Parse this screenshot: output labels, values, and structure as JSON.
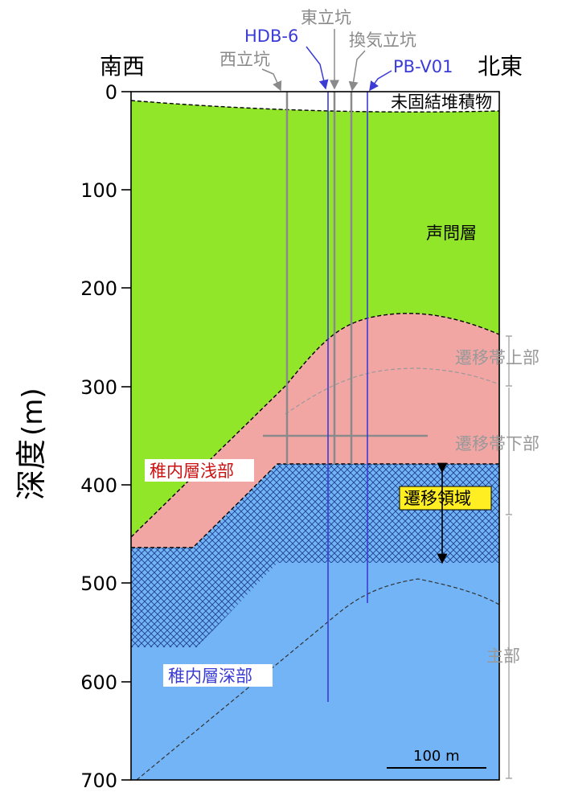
{
  "axis": {
    "ylabel": "深度",
    "ylabel_unit": "(m)",
    "ticks": [
      "0",
      "100",
      "200",
      "300",
      "400",
      "500",
      "600",
      "700"
    ]
  },
  "directions": {
    "left": "南西",
    "right": "北東"
  },
  "shafts": {
    "west": "西立坑",
    "east": "東立坑",
    "ventilation": "換気立坑",
    "hdb6": "HDB-6",
    "pbv01": "PB-V01"
  },
  "formations": {
    "unconsolidated": "未固結堆積物",
    "koetoi": "声問層",
    "wakkanai_shallow": "稚内層浅部",
    "wakkanai_deep": "稚内層深部",
    "transition_domain": "遷移領域"
  },
  "zones": {
    "upper": "遷移帯上部",
    "lower": "遷移帯下部",
    "main": "主部"
  },
  "scale_bar": "100 m",
  "colors": {
    "koetoi_green": "#92e62a",
    "shallow_pink": "#f2a6a4",
    "deep_blue": "#72b4f6",
    "hatch_blue": "#1e3f8e",
    "borehole_blue": "#3b3bd6",
    "shaft_gray": "#8a8a8a",
    "label_red": "#cc1111",
    "label_blue": "#3b3bd6",
    "label_yellow": "#ffee22"
  }
}
